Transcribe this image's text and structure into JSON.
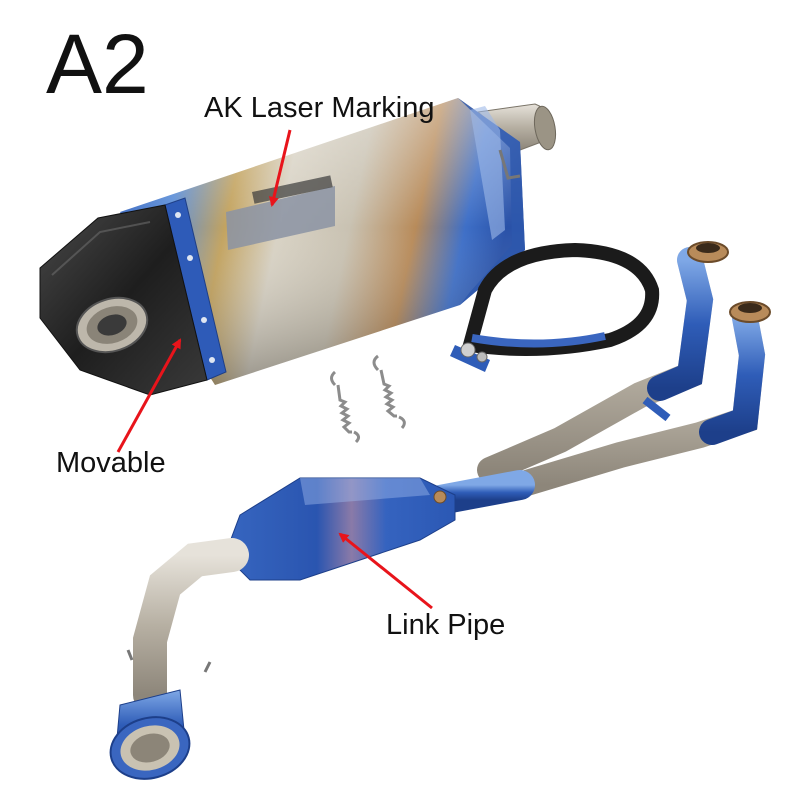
{
  "product": {
    "model_code": "A2",
    "callouts": {
      "laser_marking": "AK Laser Marking",
      "movable": "Movable",
      "link_pipe": "Link Pipe"
    }
  },
  "colors": {
    "arrow": "#e8141b",
    "titanium": "#b9b0a0",
    "burnt_blue": "#2f5db8",
    "carbon": "#2a2a2a",
    "label_text": "#111111"
  },
  "icons": [
    "muffler-image",
    "exhaust-pipe-image",
    "mounting-clamp-image",
    "spring-image"
  ]
}
